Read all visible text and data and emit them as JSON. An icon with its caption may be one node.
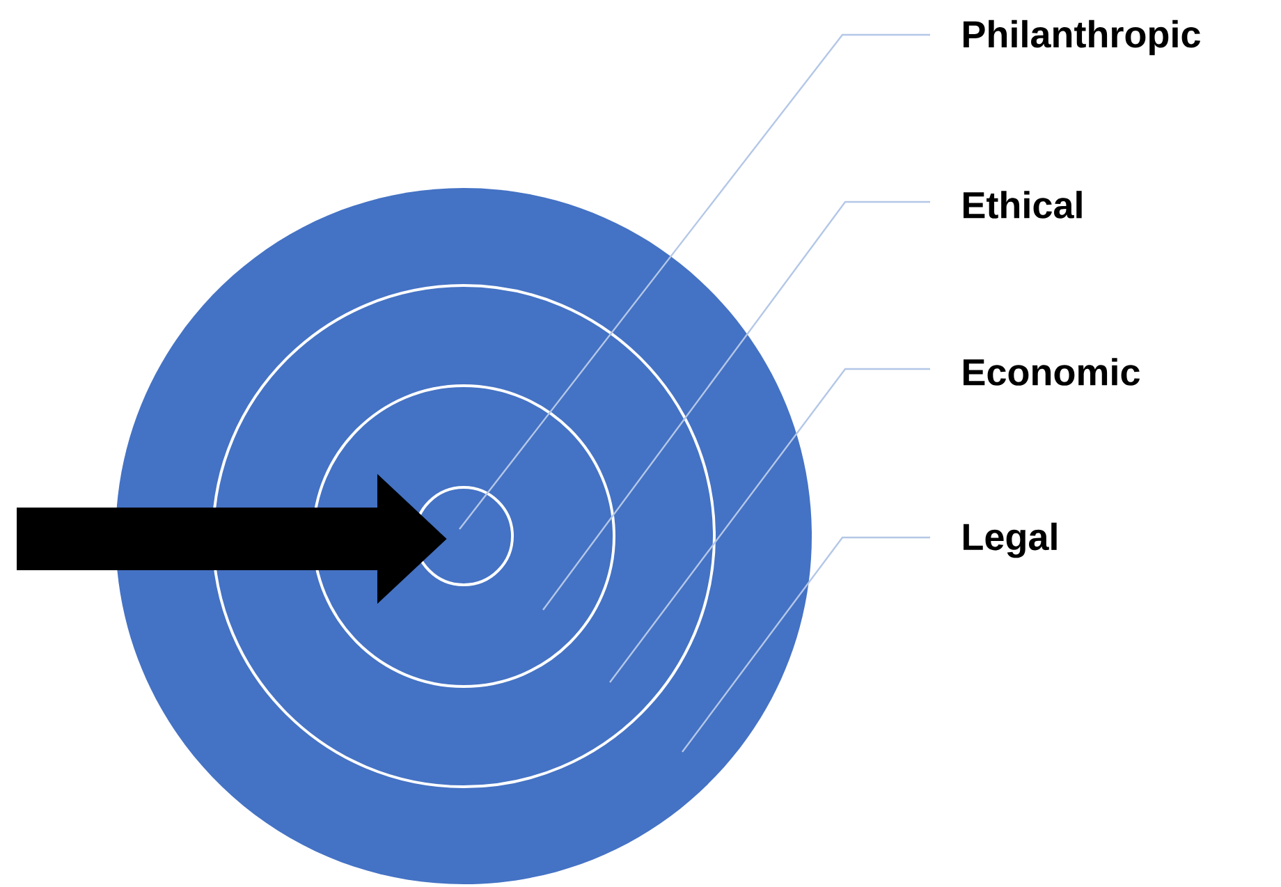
{
  "diagram": {
    "nodes": [
      {
        "text": [],
        "shape": "circle"
      },
      {
        "text": [],
        "shape": "circle",
        "in": 0
      },
      {
        "text": [],
        "shape": "circle",
        "in": 1
      },
      {
        "text": [],
        "shape": "circle",
        "in": 2
      },
      {
        "text": [
          "Philanthropic"
        ]
      },
      {
        "text": [
          "Ethical"
        ]
      },
      {
        "text": [
          "Economic"
        ]
      },
      {
        "text": [
          "Legal"
        ]
      }
    ],
    "edges": [
      {
        "from": 4,
        "to": 3,
        "arrow": "none"
      },
      {
        "from": 5,
        "to": 2,
        "arrow": "none"
      },
      {
        "from": 6,
        "to": 1,
        "arrow": "none"
      },
      {
        "from": 7,
        "to": 0,
        "arrow": "none"
      },
      {
        "from": null,
        "to": 3,
        "arrow": "to",
        "style": "thick",
        "color": "#000000"
      }
    ]
  }
}
